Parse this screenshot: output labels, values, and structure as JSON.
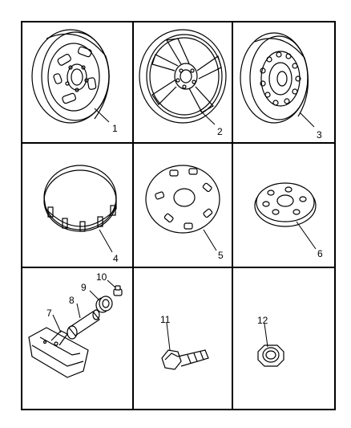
{
  "diagram": {
    "cells": [
      {
        "label": "1",
        "part": "steel-wheel"
      },
      {
        "label": "2",
        "part": "alloy-wheel"
      },
      {
        "label": "3",
        "part": "spare-wheel"
      },
      {
        "label": "4",
        "part": "center-cap-ring"
      },
      {
        "label": "5",
        "part": "wheel-cover"
      },
      {
        "label": "6",
        "part": "hub-cap"
      },
      {
        "label": "7",
        "part": "tire-pressure-sensor"
      },
      {
        "label": "8",
        "part": "valve-stem"
      },
      {
        "label": "9",
        "part": "valve-nut"
      },
      {
        "label": "10",
        "part": "valve-cap"
      },
      {
        "label": "11",
        "part": "wheel-bolt"
      },
      {
        "label": "12",
        "part": "wheel-nut"
      }
    ]
  }
}
